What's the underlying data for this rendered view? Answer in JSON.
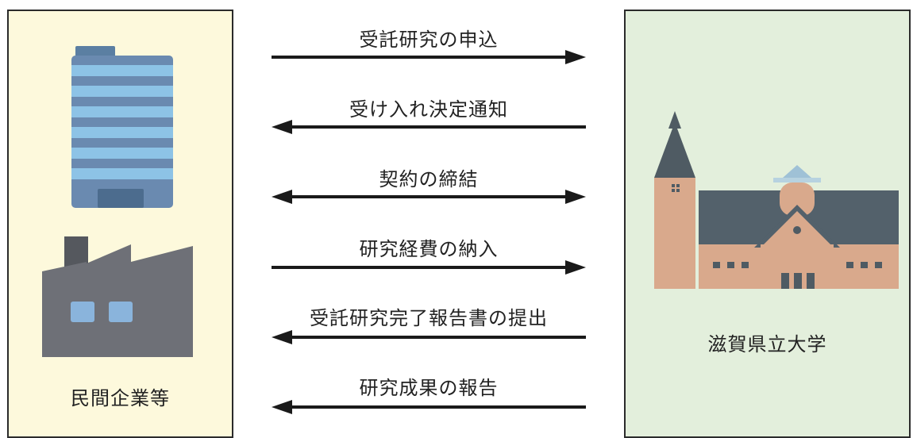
{
  "left_party": {
    "label": "民間企業等"
  },
  "right_party": {
    "label": "滋賀県立大学"
  },
  "flows": [
    {
      "label": "受託研究の申込",
      "direction": "right"
    },
    {
      "label": "受け入れ決定通知",
      "direction": "left"
    },
    {
      "label": "契約の締結",
      "direction": "both"
    },
    {
      "label": "研究経費の納入",
      "direction": "right"
    },
    {
      "label": "受託研究完了報告書の提出",
      "direction": "left"
    },
    {
      "label": "研究成果の報告",
      "direction": "left"
    }
  ],
  "colors": {
    "left_panel_bg": "#fdf9dc",
    "right_panel_bg": "#e3efdc",
    "arrow": "#1a1a1a",
    "border": "#2b2b2b"
  },
  "icons": {
    "office": "office-building-icon",
    "factory": "factory-icon",
    "university": "university-building-icon"
  }
}
